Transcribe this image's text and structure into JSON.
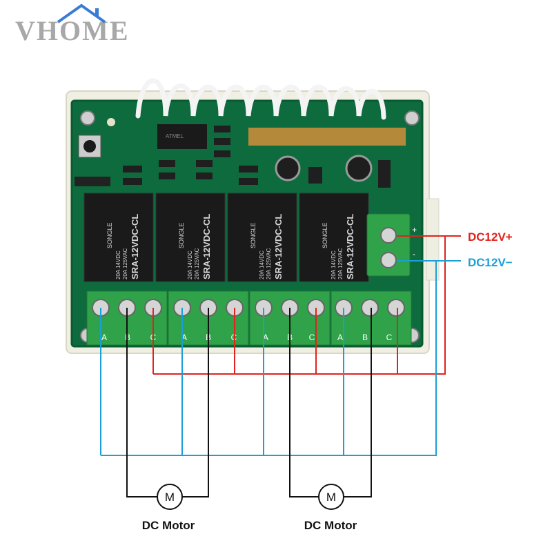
{
  "brand": {
    "logo_text": "VHOME",
    "colors": {
      "blue": "#3a7bd5",
      "gray": "#9a9a9a"
    }
  },
  "board": {
    "relays": [
      {
        "brand": "SONGLE",
        "model": "SRA-12VDC-CL",
        "rating_1": "20A 14VDC",
        "rating_2": "20A 125VAC"
      },
      {
        "brand": "SONGLE",
        "model": "SRA-12VDC-CL",
        "rating_1": "20A 14VDC",
        "rating_2": "20A 125VAC"
      },
      {
        "brand": "SONGLE",
        "model": "SRA-12VDC-CL",
        "rating_1": "20A 14VDC",
        "rating_2": "20A 125VAC"
      },
      {
        "brand": "SONGLE",
        "model": "SRA-12VDC-CL",
        "rating_1": "20A 14VDC",
        "rating_2": "20A 125VAC"
      }
    ],
    "terminal_labels": [
      "A",
      "B",
      "C"
    ],
    "power_polarity": {
      "plus": "+",
      "minus": "-"
    },
    "chip_label": "ATMEL"
  },
  "wiring": {
    "positive": {
      "label": "DC12V+",
      "color": "#e0231c"
    },
    "negative": {
      "label": "DC12V−",
      "color": "#1aa0d8"
    },
    "motor_wire_color": "#111111"
  },
  "motors": [
    {
      "symbol": "M",
      "caption": "DC Motor"
    },
    {
      "symbol": "M",
      "caption": "DC Motor"
    }
  ]
}
